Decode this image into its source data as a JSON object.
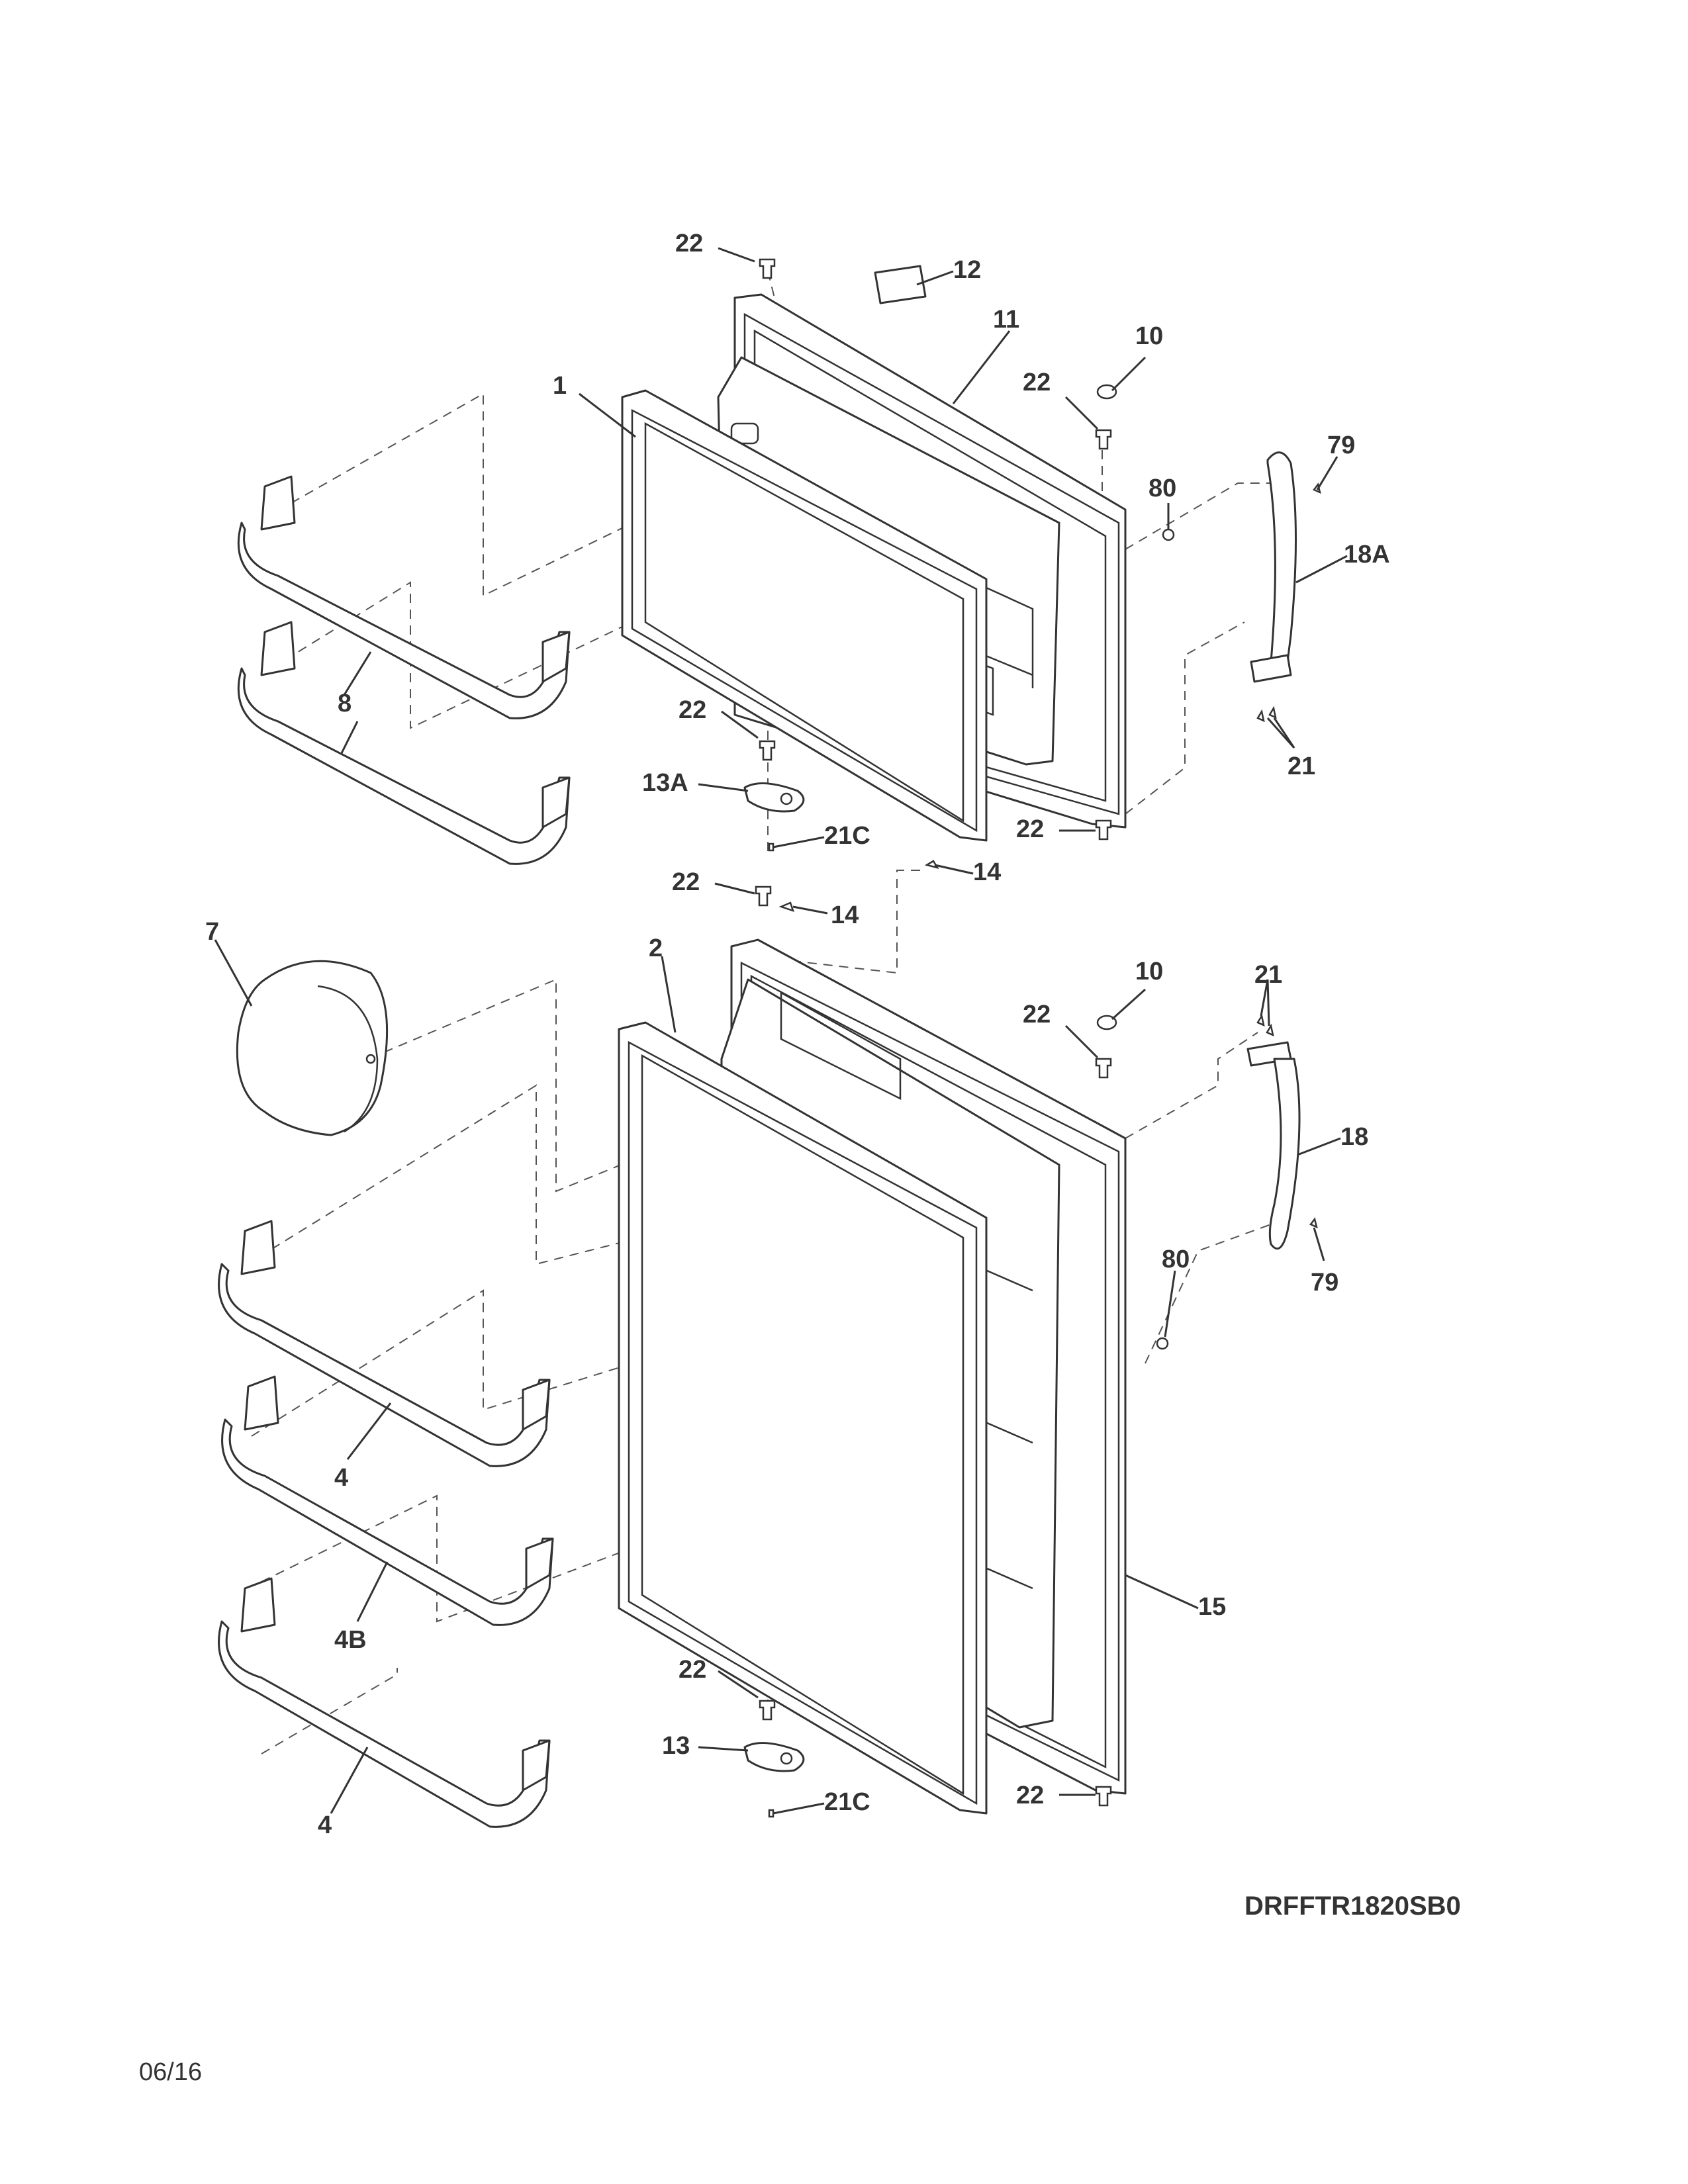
{
  "diagram": {
    "model_code": "DRFFTR1820SB0",
    "revision": "06/16",
    "callouts": {
      "screw_top_upper": "22",
      "label_12": "12",
      "freezer_door": "11",
      "plug_upper": "10",
      "screw_upper_right": "22",
      "gasket_upper": "1",
      "screw_79_upper": "79",
      "bumper_80_upper": "80",
      "handle_upper": "18A",
      "shelf_8": "8",
      "screw_lower_hinge_upper": "22",
      "hinge_13a": "13A",
      "screw_21c_upper": "21C",
      "screws_21_upper": "21",
      "screw_bottom_right_upper": "22",
      "stop_14_right": "14",
      "screw_top_lower": "22",
      "stop_14_center": "14",
      "gasket_lower": "2",
      "crisper_cover_7": "7",
      "plug_lower": "10",
      "screw_lower_right": "22",
      "screws_21_lower": "21",
      "handle_lower": "18",
      "screw_79_lower": "79",
      "bumper_80_lower": "80",
      "shelf_4_upper": "4",
      "shelf_4b": "4B",
      "fresh_food_door": "15",
      "screw_lower_hinge_lower": "22",
      "hinge_13": "13",
      "screw_21c_lower": "21C",
      "screw_bottom_right_lower": "22",
      "shelf_4_lower": "4"
    }
  }
}
